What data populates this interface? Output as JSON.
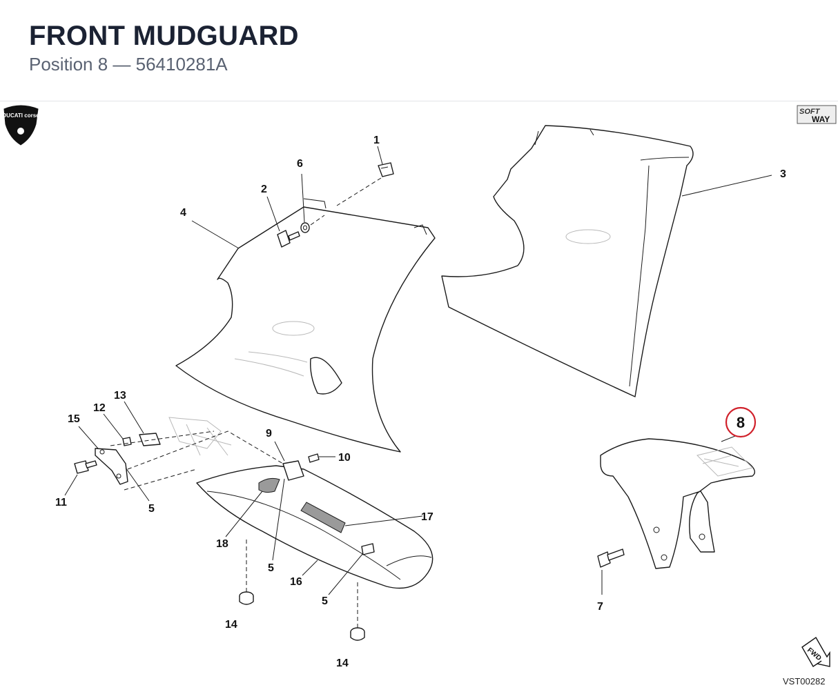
{
  "header": {
    "title": "FRONT MUDGUARD",
    "subtitle": "Position 8 — 56410281A"
  },
  "logos": {
    "brand_left": "DUCATI corse",
    "brand_right_line1": "SOFT",
    "brand_right_line2": "WAY"
  },
  "callouts": {
    "p1": "1",
    "p2": "2",
    "p3": "3",
    "p4": "4",
    "p5a": "5",
    "p5b": "5",
    "p5c": "5",
    "p6": "6",
    "p7": "7",
    "p8": "8",
    "p9": "9",
    "p10": "10",
    "p11": "11",
    "p12": "12",
    "p13": "13",
    "p14a": "14",
    "p14b": "14",
    "p15": "15",
    "p16": "16",
    "p17": "17",
    "p18": "18"
  },
  "highlight": {
    "position": "8",
    "color": "#d0202a"
  },
  "direction_badge": "FWD",
  "drawing_code": "VST00282"
}
